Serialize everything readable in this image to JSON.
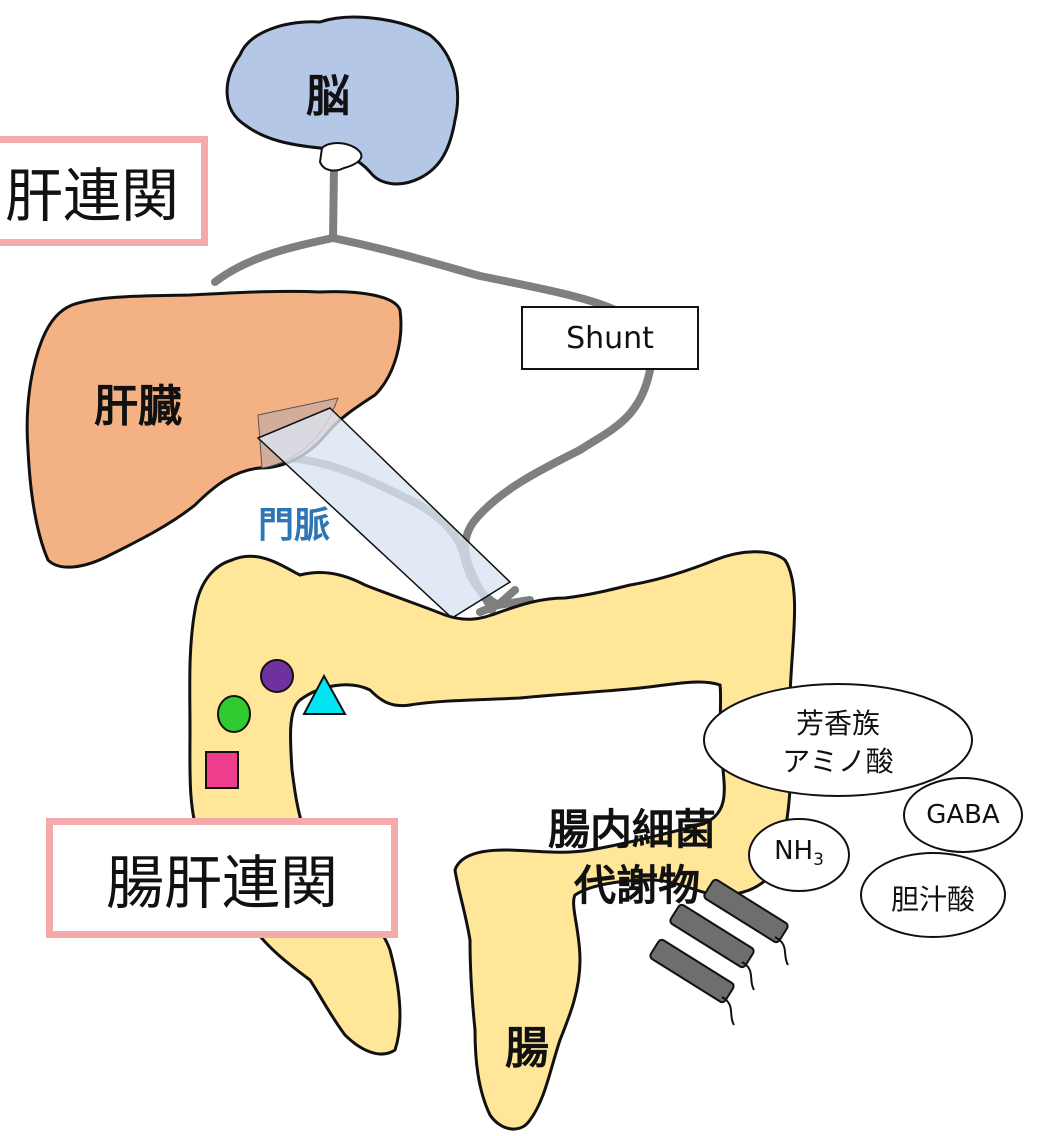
{
  "title_top": "肝連関",
  "title_main": "腸肝連関",
  "organs": {
    "brain": "脳",
    "liver": "肝臓",
    "portal_vein": "門脈",
    "intestine": "腸"
  },
  "shunt": "Shunt",
  "metabolites_label_line1": "腸内細菌",
  "metabolites_label_line2": "代謝物",
  "metabolites": {
    "aromatic_line1": "芳香族",
    "aromatic_line2": "アミノ酸",
    "gaba": "GABA",
    "nh3_base": "NH",
    "nh3_sub": "3",
    "bile_acid": "胆汁酸"
  },
  "colors": {
    "brain": "#b4c7e7",
    "liver": "#f4b183",
    "intestine": "#ffe699",
    "portal": "#dae3f3",
    "vessel": "#7f7f7f",
    "title_border": "#f4a9ab",
    "portal_text": "#2e75b6",
    "purple_circle": "#7030a0",
    "green_circle": "#2fcb2f",
    "cyan_triangle": "#00e5f2",
    "pink_square": "#f03c8c",
    "bacteria": "#6e6e6e"
  }
}
